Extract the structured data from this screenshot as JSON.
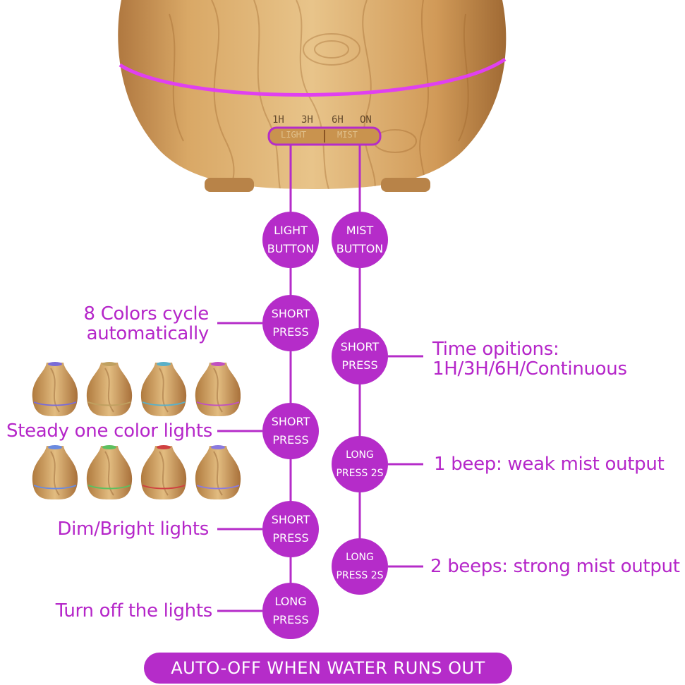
{
  "device": {
    "timer_labels": [
      "1H",
      "3H",
      "6H",
      "ON"
    ],
    "light_button_text": "LIGHT",
    "mist_button_text": "MIST",
    "colors": {
      "wood_light": "#e2b878",
      "wood_mid": "#c98e4c",
      "wood_dark": "#9c6530",
      "led_ring": "#e040f0"
    }
  },
  "accent_color": "#b52cc9",
  "light_column": {
    "header": [
      "LIGHT",
      "BUTTON"
    ],
    "steps": [
      {
        "action": [
          "SHORT",
          "PRESS"
        ],
        "description": [
          "8 Colors cycle",
          "automatically"
        ]
      },
      {
        "action": [
          "SHORT",
          "PRESS"
        ],
        "description": [
          "Steady one color lights"
        ]
      },
      {
        "action": [
          "SHORT",
          "PRESS"
        ],
        "description": [
          "Dim/Bright lights"
        ]
      },
      {
        "action": [
          "LONG",
          "PRESS"
        ],
        "description": [
          "Turn off the lights"
        ]
      }
    ]
  },
  "mist_column": {
    "header": [
      "MIST",
      "BUTTON"
    ],
    "steps": [
      {
        "action": [
          "SHORT",
          "PRESS"
        ],
        "description": [
          "Time opitions:",
          "1H/3H/6H/Continuous"
        ]
      },
      {
        "action": [
          "LONG",
          "PRESS 2S"
        ],
        "description": [
          "1 beep: weak mist output"
        ]
      },
      {
        "action": [
          "LONG",
          "PRESS 2S"
        ],
        "description": [
          "2 beeps: strong mist output"
        ]
      }
    ]
  },
  "color_samples": [
    "#7a6cd8",
    "#bfa060",
    "#5ab0c8",
    "#c050c0",
    "#6a8ae0",
    "#5cc060",
    "#d04040",
    "#8a7ae0"
  ],
  "footer": "AUTO-OFF WHEN WATER RUNS OUT"
}
